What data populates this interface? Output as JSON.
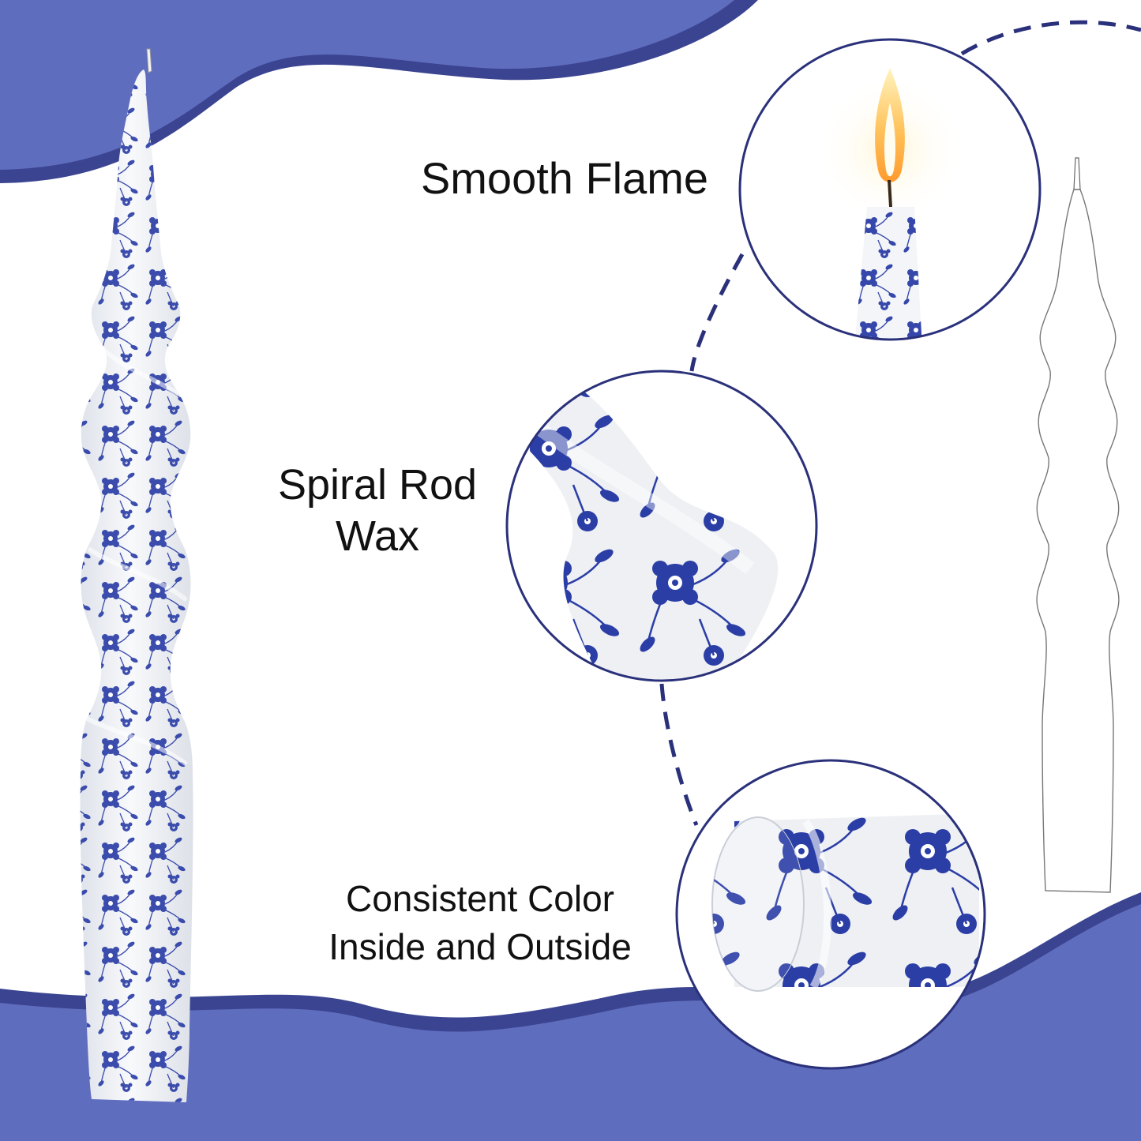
{
  "labels": {
    "smooth_flame": "Smooth Flame",
    "spiral_rod_line1": "Spiral Rod",
    "spiral_rod_line2": "Wax",
    "consistent_line1": "Consistent Color",
    "consistent_line2": "Inside and Outside"
  },
  "colors": {
    "wave_light": "#5f6dbf",
    "wave_dark": "#3b4490",
    "navy": "#2a317a",
    "flower": "#2b3ea6",
    "wax": "#f1f3f6",
    "flame": "#ffb347"
  },
  "icons": {
    "candle_main": "spiral-floral-candle",
    "zoom_flame": "lit-candle-tip",
    "zoom_spiral": "spiral-detail",
    "zoom_cut": "cross-section-detail",
    "outline": "candle-outline-sketch"
  }
}
